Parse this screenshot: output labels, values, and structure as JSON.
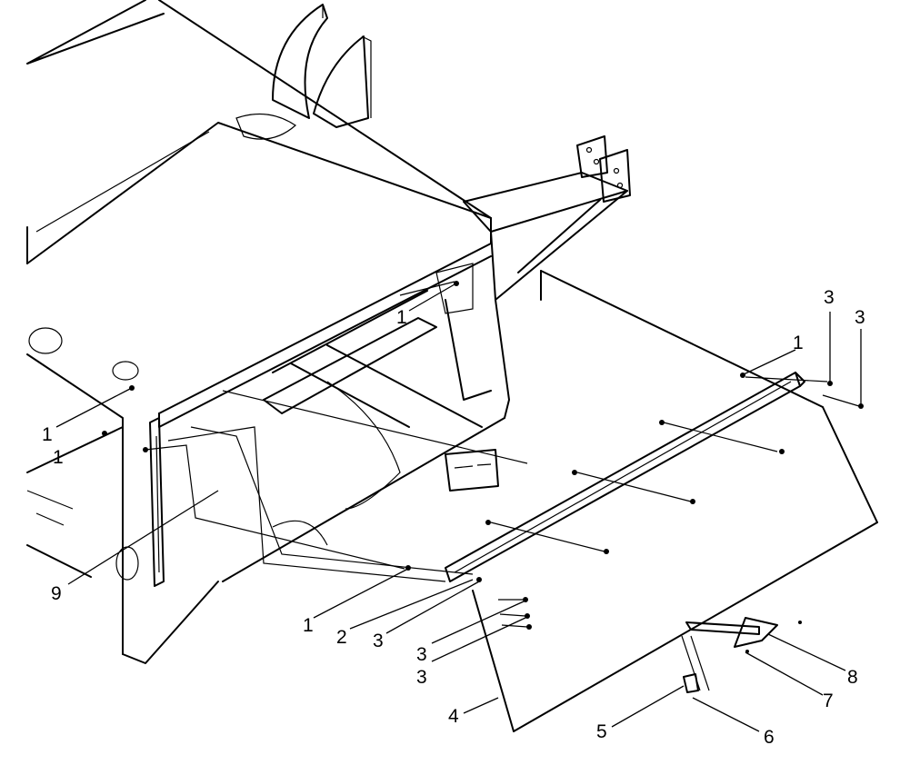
{
  "diagram": {
    "callouts": [
      {
        "id": "c1a",
        "text": "1"
      },
      {
        "id": "c1b",
        "text": "1"
      },
      {
        "id": "c1c",
        "text": "1"
      },
      {
        "id": "c1d",
        "text": "1"
      },
      {
        "id": "c1e",
        "text": "1"
      },
      {
        "id": "c2",
        "text": "2"
      },
      {
        "id": "c3a",
        "text": "3"
      },
      {
        "id": "c3b",
        "text": "3"
      },
      {
        "id": "c3c",
        "text": "3"
      },
      {
        "id": "c3d",
        "text": "3"
      },
      {
        "id": "c3e",
        "text": "3"
      },
      {
        "id": "c4",
        "text": "4"
      },
      {
        "id": "c5",
        "text": "5"
      },
      {
        "id": "c6",
        "text": "6"
      },
      {
        "id": "c7",
        "text": "7"
      },
      {
        "id": "c8",
        "text": "8"
      },
      {
        "id": "c9",
        "text": "9"
      }
    ]
  }
}
